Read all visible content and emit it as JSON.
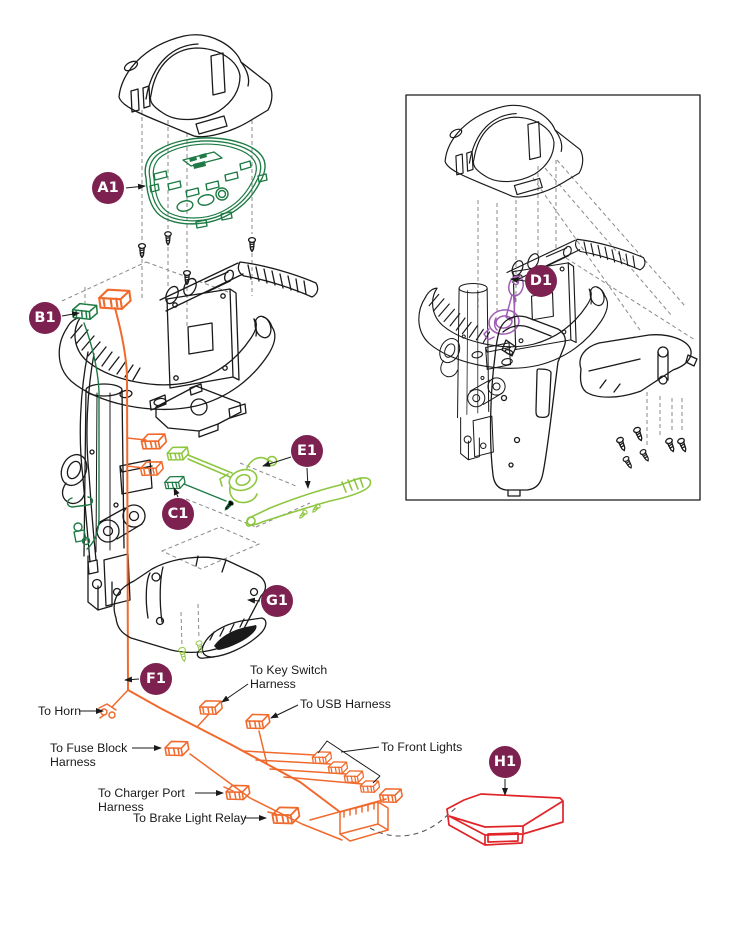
{
  "diagram": {
    "type": "exploded-parts-diagram",
    "subject": "Tiller console, key switch and wiring harness exploded view",
    "callouts": [
      {
        "id": "A1",
        "label": "A1"
      },
      {
        "id": "B1",
        "label": "B1"
      },
      {
        "id": "C1",
        "label": "C1"
      },
      {
        "id": "D1",
        "label": "D1"
      },
      {
        "id": "E1",
        "label": "E1"
      },
      {
        "id": "F1",
        "label": "F1"
      },
      {
        "id": "G1",
        "label": "G1"
      },
      {
        "id": "H1",
        "label": "H1"
      }
    ],
    "harness_labels": [
      {
        "id": "horn",
        "lines": [
          "To Horn"
        ]
      },
      {
        "id": "key-switch",
        "lines": [
          "To Key Switch",
          "Harness"
        ]
      },
      {
        "id": "usb",
        "lines": [
          "To USB Harness"
        ]
      },
      {
        "id": "fuse-block",
        "lines": [
          "To Fuse Block",
          "Harness"
        ]
      },
      {
        "id": "front-lights",
        "lines": [
          "To Front Lights"
        ]
      },
      {
        "id": "charger-port",
        "lines": [
          "To Charger Port",
          "Harness"
        ]
      },
      {
        "id": "brake-light-relay",
        "lines": [
          "To Brake Light Relay"
        ]
      }
    ],
    "colors": {
      "callout_bg": "#7C2150",
      "callout_text": "#FFFFFF",
      "harness_orange": "#F06A2D",
      "console_green": "#1E7B45",
      "lever_green": "#8DC63F",
      "key_purple": "#A05CB5",
      "controller_red": "#E02428",
      "line_black": "#1A1A1A",
      "label_text": "#1A1A1A"
    }
  }
}
